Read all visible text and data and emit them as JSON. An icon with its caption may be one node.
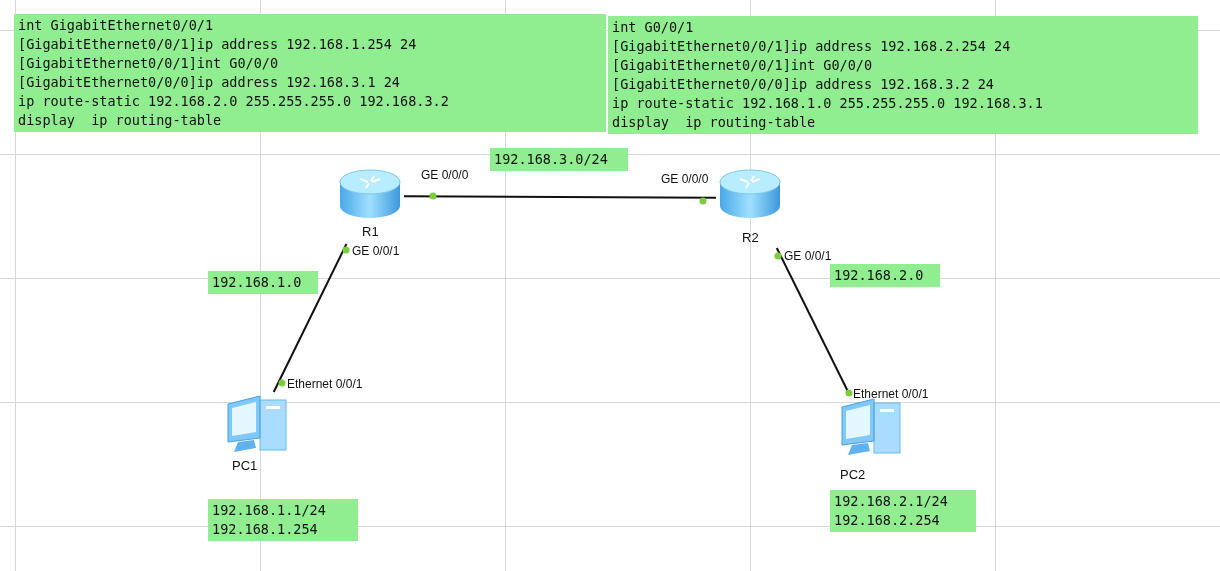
{
  "diagram": {
    "nodes": [
      {
        "text": [
          "R1"
        ]
      },
      {
        "text": [
          "R2"
        ]
      },
      {
        "text": [
          "PC1"
        ]
      },
      {
        "text": [
          "PC2"
        ]
      }
    ],
    "edges": [
      {
        "from": 0,
        "to": 1,
        "arrow": "none"
      },
      {
        "from": 0,
        "to": 2,
        "arrow": "none"
      },
      {
        "from": 1,
        "to": 3,
        "arrow": "none"
      }
    ],
    "labels": [
      "int GigabitEthernet0/0/1",
      "[GigabitEthernet0/0/1]ip address 192.168.1.254 24",
      "[GigabitEthernet0/0/1]int G0/0/0",
      "[GigabitEthernet0/0/0]ip address 192.168.3.1 24",
      "ip route-static 192.168.2.0 255.255.255.0 192.168.3.2",
      "display  ip routing-table",
      "int G0/0/1",
      "[GigabitEthernet0/0/1]ip address 192.168.2.254 24",
      "[GigabitEthernet0/0/1]int G0/0/0",
      "[GigabitEthernet0/0/0]ip address 192.168.3.2 24",
      "ip route-static 192.168.1.0 255.255.255.0 192.168.3.1",
      "display  ip routing-table",
      "192.168.3.0/24",
      "GE 0/0/0",
      "GE 0/0/0",
      "GE 0/0/1",
      "GE 0/0/1",
      "192.168.1.0",
      "192.168.2.0",
      "Ethernet 0/0/1",
      "Ethernet 0/0/1",
      "192.168.1.1/24",
      "192.168.1.254",
      "192.168.2.1/24",
      "192.168.2.254"
    ]
  }
}
